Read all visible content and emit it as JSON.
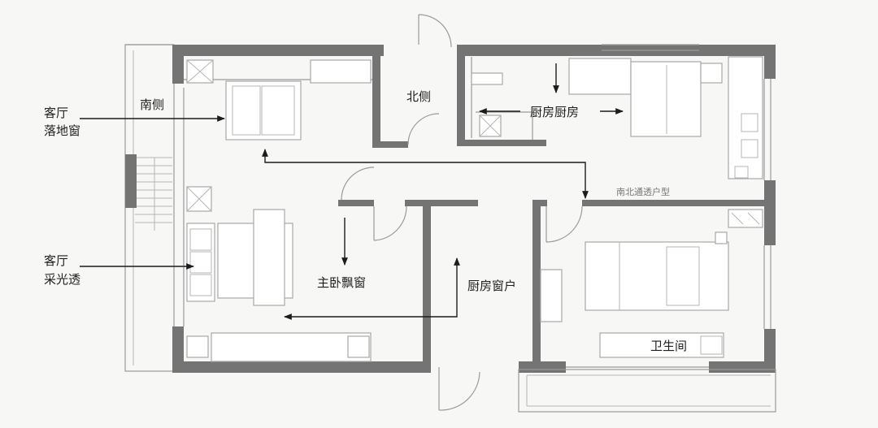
{
  "labels": {
    "living_room_floor_window": [
      "客厅",
      "落地窗"
    ],
    "south_side": "南侧",
    "north_side": "北侧",
    "kitchen": "厨房厨房",
    "living_room_lighting": [
      "客厅",
      "采光透"
    ],
    "master_bay_window": "主卧飘窗",
    "kitchen_window": "厨房窗户",
    "bathroom": "卫生间",
    "north_south_ventilation": "南北通透户型"
  },
  "colors": {
    "wall": "#747474",
    "background": "#f7f7f5",
    "line": "#9a9a9a",
    "arrow": "#1c1c1c"
  }
}
